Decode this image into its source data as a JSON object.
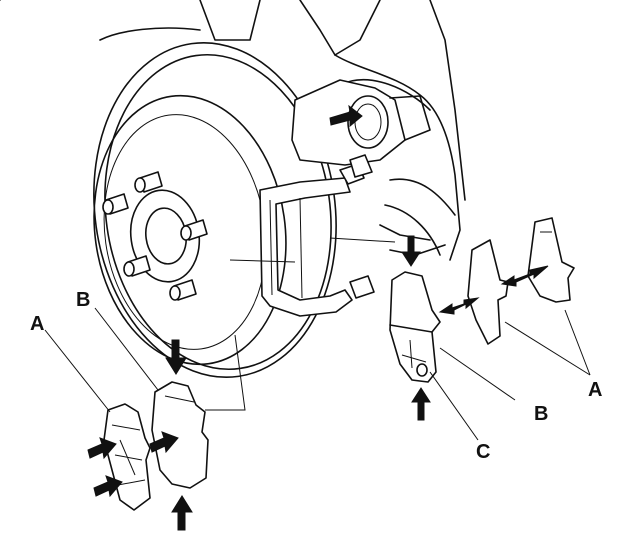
{
  "labels": {
    "A_left": "A",
    "B_left": "B",
    "B_right": "B",
    "C_right": "C",
    "A_right": "A"
  },
  "colors": {
    "line": "#111111",
    "background": "#ffffff"
  }
}
